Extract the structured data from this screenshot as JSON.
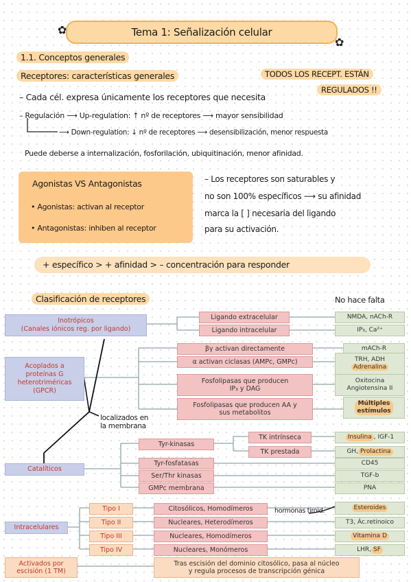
{
  "title": "Tema 1: Señalización celular",
  "section": "1.1. Conceptos generales",
  "receptors_heading": "Receptores: características generales",
  "regulated_note": [
    "TODOS LOS RECEPT. ESTÁN",
    "REGULADOS !!"
  ],
  "lines": {
    "line1": "– Cada cél. expresa únicamente los receptores que necesita",
    "line2": "– Regulación ⟶ Up-regulation: ↑ nº de receptores ⟶ mayor sensibilidad",
    "line3": "⟶ Down-regulation: ↓ nº de receptores ⟶ desensibilización, menor respuesta",
    "line4": "Puede deberse a internalización, fosforilación, ubiquitinación, menor afinidad."
  },
  "agonists_box": {
    "title": "Agonistas VS Antagonistas",
    "item1": "• Agonistas: activan al receptor",
    "item2": "• Antagonistas: inhiben al receptor"
  },
  "saturable_note": {
    "l1": "– Los receptores son saturables y",
    "l2": "no son 100% específicos ⟶ su afinidad",
    "l3": "marca la [ ] necesaria del ligando",
    "l4": "para su activación."
  },
  "formula": "+ específico > + afinidad > – concentración para responder",
  "classification_heading": "Clasificación de receptores",
  "no_hace_falta": "No hace falta",
  "membrane_note": [
    "localizados en",
    "la membrana"
  ],
  "hormonas_note": "hormonas tiroid.",
  "categories": {
    "ionotropicos": [
      "Inotrópicos",
      "(Canales iónicos reg. por ligando)"
    ],
    "gpcr": [
      "Acoplados a",
      "proteínas G",
      "heterotriméricas",
      "(GPCR)"
    ],
    "cataliticos": "Catalíticos",
    "intracelulares": "Intracelulares",
    "escision": [
      "Activados por",
      "escisión (1 TM)"
    ]
  },
  "subs": {
    "lig_extra": "Ligando extracelular",
    "lig_intra": "Ligando intracelular",
    "activan_directamente": "βγ activan directamente",
    "activan_ciclasas": "α activan ciclasas (AMPc, GMPc)",
    "fosfo_ip3": [
      "Fosfolipasas que producen",
      "IP₃ y DAG"
    ],
    "fosfo_aa": [
      "Fosfolipasas que producen AA y",
      "sus metabolitos"
    ],
    "tyr_kinasas": "Tyr-kinasas",
    "tk_intrinseca": "TK intrínseca",
    "tk_prestada": "TK prestada",
    "tyr_fosfatasas": "Tyr-fosfatasas",
    "ser_thr": "Ser/Thr kinasas",
    "gmpc": "GMPc membrana",
    "citosolicos": "Citosólicos, Homodímeros",
    "nucleares_het": "Nucleares, Heterodímeros",
    "nucleares_hom": "Nucleares, Homodímeros",
    "nucleares_mon": "Nucleares, Monómeros",
    "escision_desc": [
      "Tras escisión del dominio citosólico, pasa al núcleo",
      "y regula procesos de transcripción génica"
    ]
  },
  "types": [
    "Tipo I",
    "Tipo II",
    "Tipo III",
    "Tipo IV"
  ],
  "examples": {
    "nmda": "NMDA, nACh-R",
    "ip3": "IP₃, Ca²⁺",
    "machr": "mACh-R",
    "trh": "TRH, ADH",
    "adrenalina": "Adrenalina",
    "oxitocina": "Oxitocina",
    "angiotensina": "Angiotensina II",
    "multiples": [
      "Múltiples",
      "estímulos"
    ],
    "insulina": "Insulina",
    "igf": ", IGF-1",
    "gh": "GH, ",
    "prolactina": "Prolactina",
    "cd45": "CD45",
    "tgf": "TGF-b",
    "pna": "PNA",
    "esteroides": "Esteroides",
    "t3": "T3, Ác.retinoico",
    "vitamina": "Vitamina D",
    "lhr": "LHR, ",
    "sf": "SF"
  },
  "colors": {
    "highlight_orange": "#fcd9a5",
    "box_orange": "#fcc98b",
    "category_blue": "#c9cfe8",
    "category_text_red": "#c0392b",
    "sub_pink": "#f3c3c3",
    "example_green": "#dfe8d4"
  }
}
